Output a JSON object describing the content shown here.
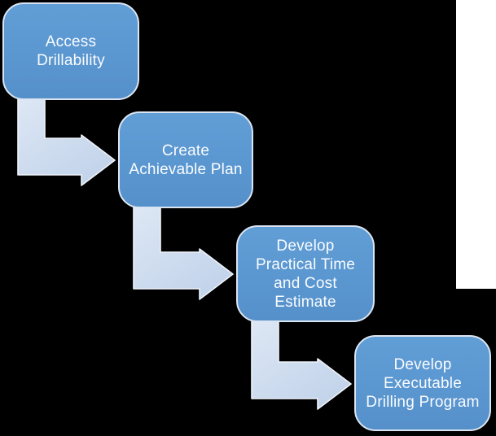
{
  "title": "Drilling planning workflow staircase diagram",
  "colors": {
    "background": "#000000",
    "page_strip": "#ffffff",
    "box_fill_top": "#619ed6",
    "box_fill_bottom": "#5590ca",
    "box_border": "#dbe5f1",
    "text": "#fafcff",
    "arrow_light": "#dee8f5",
    "arrow_dark": "#c2d3ea",
    "arrow_outline": "#eef3fa"
  },
  "steps": [
    {
      "label": "Access\nDrillability"
    },
    {
      "label": "Create\nAchievable Plan"
    },
    {
      "label": "Develop\nPractical Time\nand Cost\nEstimate"
    },
    {
      "label": "Develop\nExecutable\nDrilling Program"
    }
  ],
  "connections": [
    {
      "from": "Access Drillability",
      "to": "Create Achievable Plan"
    },
    {
      "from": "Create Achievable Plan",
      "to": "Develop Practical Time and Cost Estimate"
    },
    {
      "from": "Develop Practical Time and Cost Estimate",
      "to": "Develop Executable Drilling Program"
    }
  ]
}
